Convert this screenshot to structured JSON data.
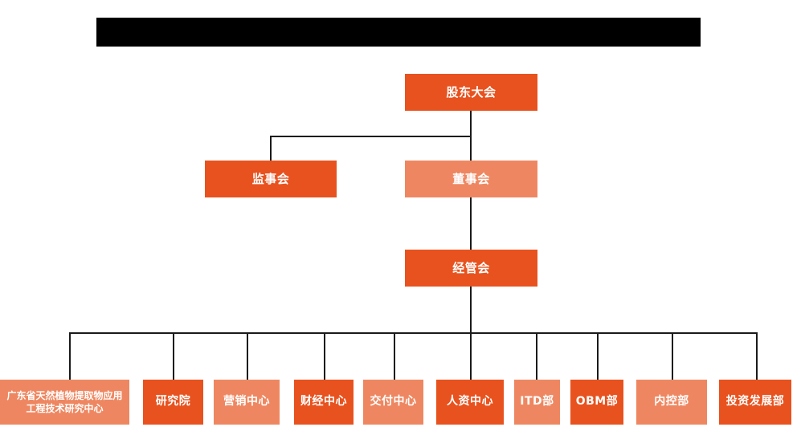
{
  "chart": {
    "type": "org-chart",
    "title_bar": {
      "name": "redacted-title-bar",
      "text": "",
      "color": "#000000"
    },
    "colors": {
      "dark_orange": "#E8521E",
      "light_orange": "#EE8761",
      "connector": "#1a1a1a",
      "background": "#ffffff",
      "label_text": "#ffffff"
    },
    "levels": [
      {
        "level": 1,
        "nodes": [
          {
            "id": "shareholders-meeting",
            "label": "股东大会",
            "shade": "dark"
          }
        ]
      },
      {
        "level": 2,
        "nodes": [
          {
            "id": "supervisory-board",
            "label": "监事会",
            "shade": "dark"
          },
          {
            "id": "board-of-directors",
            "label": "董事会",
            "shade": "light"
          }
        ]
      },
      {
        "level": 3,
        "nodes": [
          {
            "id": "management-committee",
            "label": "经管会",
            "shade": "dark"
          }
        ]
      },
      {
        "level": 4,
        "nodes": [
          {
            "id": "guangdong-research-center",
            "label": "广东省天然植物提取物应用工程技术研究中心",
            "shade": "light"
          },
          {
            "id": "research-institute",
            "label": "研究院",
            "shade": "dark"
          },
          {
            "id": "marketing-center",
            "label": "营销中心",
            "shade": "light"
          },
          {
            "id": "finance-center",
            "label": "财经中心",
            "shade": "dark"
          },
          {
            "id": "delivery-center",
            "label": "交付中心",
            "shade": "light"
          },
          {
            "id": "hr-center",
            "label": "人资中心",
            "shade": "dark"
          },
          {
            "id": "itd-department",
            "label": "ITD部",
            "shade": "light"
          },
          {
            "id": "obm-department",
            "label": "OBM部",
            "shade": "dark"
          },
          {
            "id": "internal-control-department",
            "label": "内控部",
            "shade": "light"
          },
          {
            "id": "investment-development-department",
            "label": "投资发展部",
            "shade": "dark"
          }
        ]
      }
    ]
  }
}
